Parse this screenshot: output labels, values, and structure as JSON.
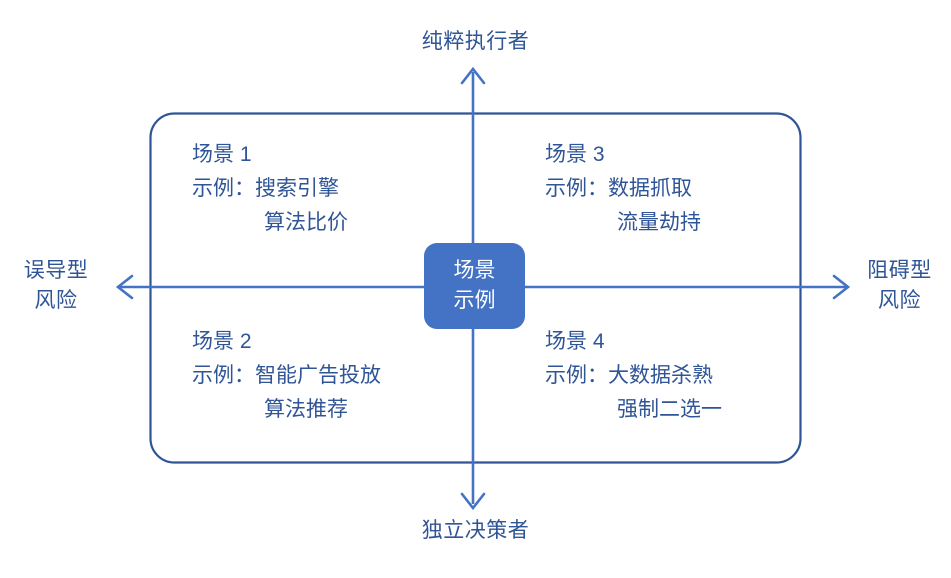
{
  "diagram": {
    "type": "quadrant-matrix",
    "colors": {
      "line": "#4472C4",
      "frame": "#2F5597",
      "text": "#2F5597",
      "center_fill": "#4472C4",
      "center_text": "#FFFFFF",
      "background": "#FFFFFF"
    },
    "axes": {
      "top_label": "纯粹执行者",
      "bottom_label": "独立决策者",
      "left_label": "误导型\n风险",
      "right_label": "阻碍型\n风险"
    },
    "center": {
      "line1": "场景",
      "line2": "示例"
    },
    "quadrants": [
      {
        "id": "quadrant-1",
        "position": "top-left",
        "title": "场景 1",
        "example_line1": "示例：搜索引擎",
        "example_line2": "算法比价"
      },
      {
        "id": "quadrant-2",
        "position": "bottom-left",
        "title": "场景 2",
        "example_line1": "示例：智能广告投放",
        "example_line2": "算法推荐"
      },
      {
        "id": "quadrant-3",
        "position": "top-right",
        "title": "场景 3",
        "example_line1": "示例：数据抓取",
        "example_line2": "流量劫持"
      },
      {
        "id": "quadrant-4",
        "position": "bottom-right",
        "title": "场景 4",
        "example_line1": "示例：大数据杀熟",
        "example_line2": "强制二选一"
      }
    ]
  }
}
